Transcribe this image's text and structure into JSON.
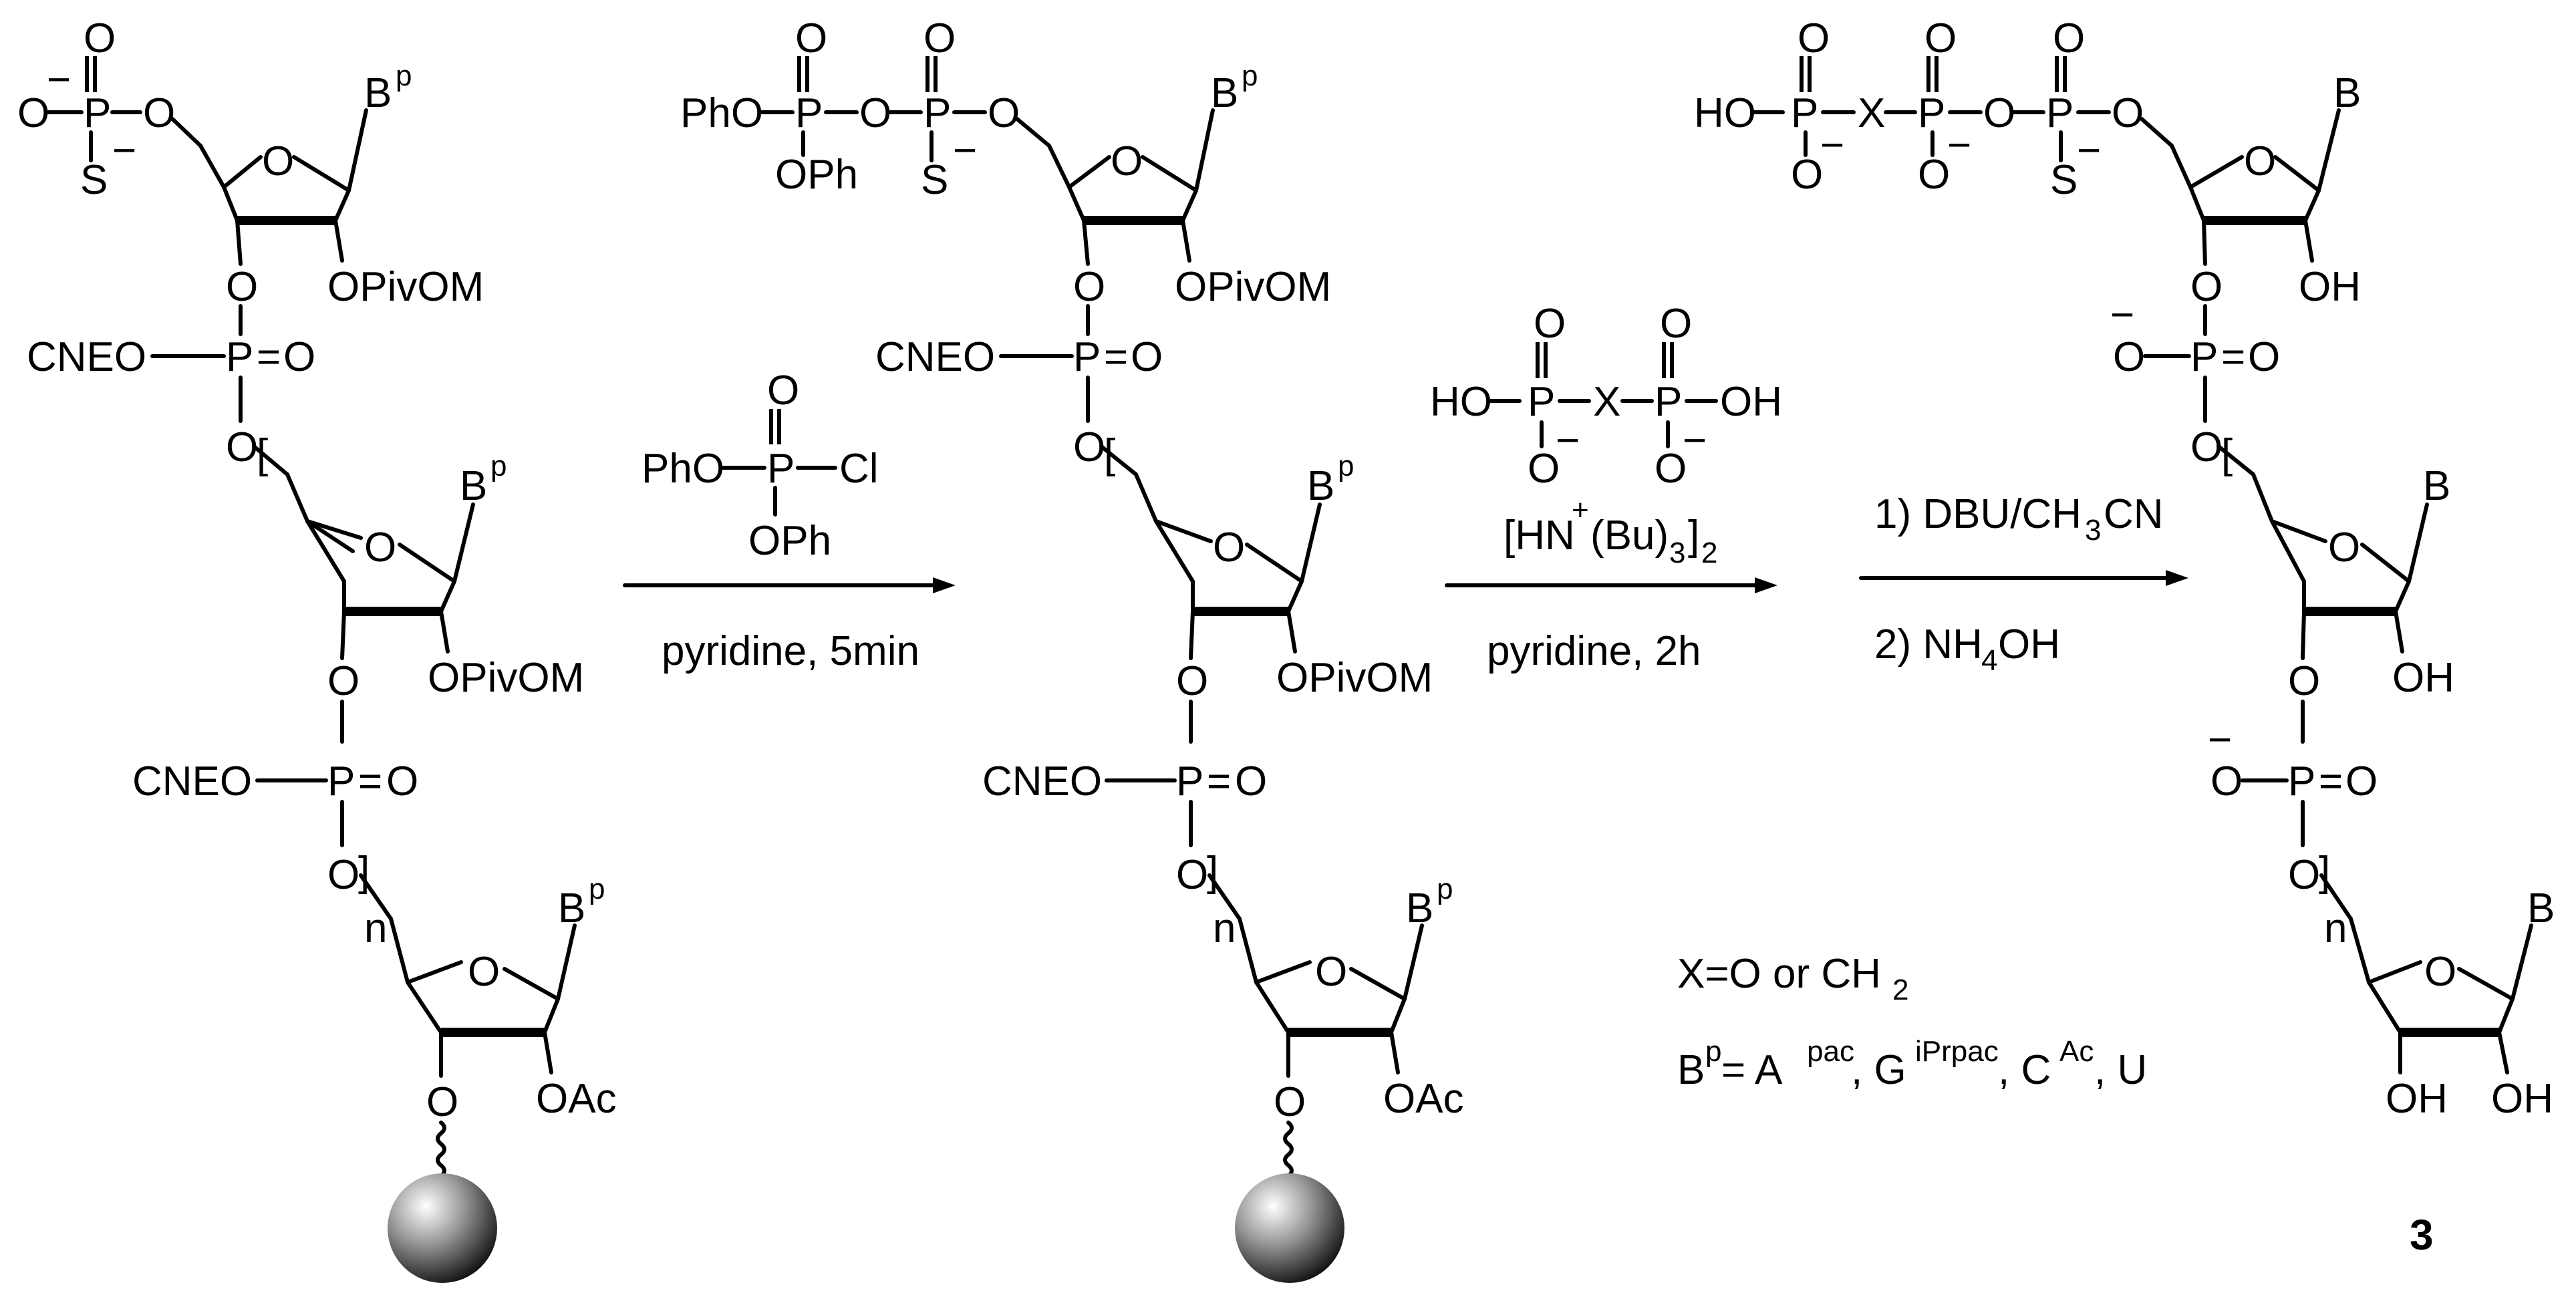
{
  "labels": {
    "P": "P",
    "O": "O",
    "S": "S",
    "X": "X",
    "n": "n",
    "minus": "−",
    "plus": "+",
    "eq": "=",
    "Bp": "B",
    "Bp_sup": "p",
    "B": "B",
    "OPivOM": "OPivOM",
    "OAc": "OAc",
    "OH": "OH",
    "HO": "HO",
    "CNEO": "CNEO",
    "PhO": "PhO",
    "OPh": "OPh",
    "Cl": "Cl",
    "HN_open": "[HN",
    "Bu": "(Bu)",
    "sub3": "3",
    "close_br": "]",
    "sub2": "2",
    "lbr": "[",
    "rbr": "]"
  },
  "reagents": {
    "step1_below": "pyridine, 5min",
    "step2_below": "pyridine, 2h",
    "step3_above": "1) DBU/CH",
    "step3_above_sub": "3",
    "step3_above_tail": "CN",
    "step3_below": "2) NH",
    "step3_below_sub": "4",
    "step3_below_tail": "OH"
  },
  "notes": {
    "x_def": "X=O or CH",
    "x_def_sub": "2",
    "bp_def_head": "B",
    "bp_def_sup": "p",
    "bp_def_eq": "= A",
    "A_sup": "pac",
    "sep1": ", G",
    "G_sup": "iPrpac",
    "sep2": ", C",
    "C_sup": "Ac",
    "sep3": ", U"
  },
  "compound_label": "3",
  "colors": {
    "ink": "#000000",
    "bead_light": "#ffffff",
    "bead_dark": "#1a1a1a"
  }
}
